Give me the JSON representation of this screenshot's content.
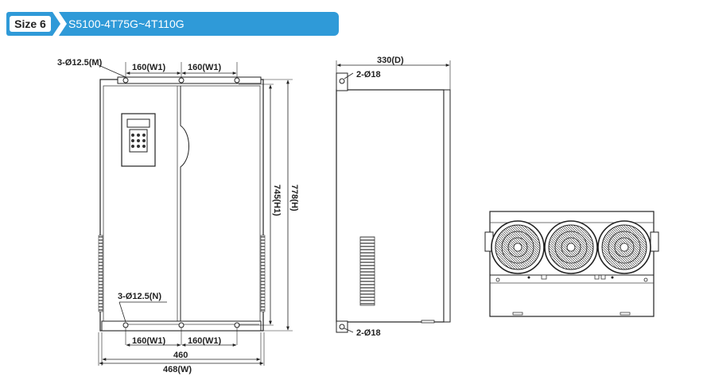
{
  "header": {
    "size_label": "Size 6",
    "model_range": "S5100-4T75G~4T110G",
    "accent_color": "#2f9ad8"
  },
  "front_view": {
    "top_hole_label": "3-Ø12.5(M)",
    "bottom_hole_label": "3-Ø12.5(N)",
    "w1_top_left": "160(W1)",
    "w1_top_right": "160(W1)",
    "w1_bottom_left": "160(W1)",
    "w1_bottom_right": "160(W1)",
    "inner_width": "460",
    "overall_width": "468(W)",
    "mount_height": "745(H1)",
    "overall_height": "778(H)"
  },
  "side_view": {
    "depth": "330(D)",
    "top_hole_label": "2-Ø18",
    "bottom_hole_label": "2-Ø18"
  }
}
